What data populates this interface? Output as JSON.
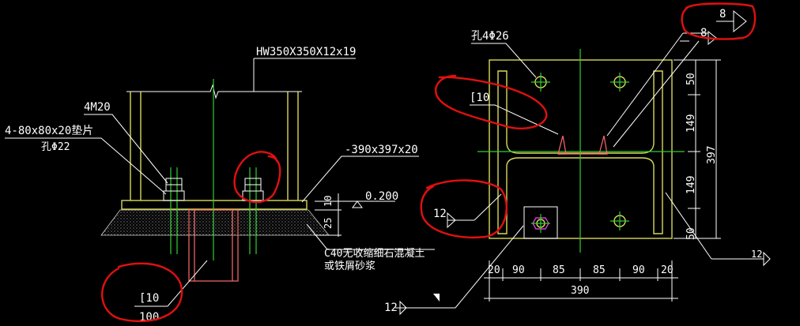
{
  "left_view": {
    "column_label": "HW350X350X12x19",
    "bolts_label": "4M20",
    "washer_label": "4-80x80x20垫片",
    "washer_hole_label": "孔Φ22",
    "baseplate_label": "-390x397x20",
    "elevation_label": "0.200",
    "dim_10": "10",
    "dim_25": "25",
    "grout_label_1": "C40无收缩细石混凝土",
    "grout_label_2": "或铁屑砂浆",
    "shear_key_label": "[10",
    "shear_key_length": "100"
  },
  "right_view": {
    "hole_label": "孔4Φ26",
    "channel_label": "[10",
    "weld_8_top": "8",
    "weld_8_second": "8",
    "weld_12_left": "12",
    "weld_12_right": "12",
    "weld_12_bottom": "12",
    "dim_50_top": "50",
    "dim_149_top": "149",
    "dim_149_bottom": "149",
    "dim_50_bottom": "50",
    "dim_397": "397",
    "dim_20_left": "20",
    "dim_90_left": "90",
    "dim_85_left": "85",
    "dim_85_right": "85",
    "dim_90_right": "90",
    "dim_20_right": "20",
    "dim_390": "390"
  },
  "colors": {
    "background": "#000000",
    "outline_white": "#ffffff",
    "steel_yellow": "#d8d85a",
    "centerline_green": "#2fd02f",
    "shear_key_pink": "#ff6a6a",
    "markup_red": "#e01010"
  }
}
